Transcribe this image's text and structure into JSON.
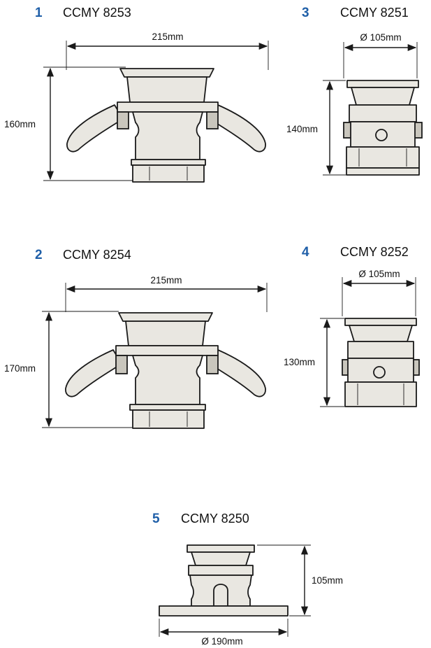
{
  "accent_color": "#1f5fa8",
  "items": [
    {
      "number": "1",
      "model": "CCMY 8253",
      "width": "215mm",
      "height": "160mm"
    },
    {
      "number": "2",
      "model": "CCMY 8254",
      "width": "215mm",
      "height": "170mm"
    },
    {
      "number": "3",
      "model": "CCMY 8251",
      "width": "Ø 105mm",
      "height": "140mm"
    },
    {
      "number": "4",
      "model": "CCMY 8252",
      "width": "Ø 105mm",
      "height": "130mm"
    },
    {
      "number": "5",
      "model": "CCMY 8250",
      "width": "Ø 190mm",
      "height": "105mm"
    }
  ]
}
